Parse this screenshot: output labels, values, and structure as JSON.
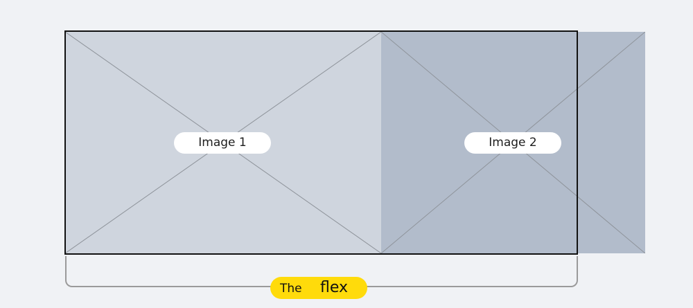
{
  "images": [
    {
      "label": "Image 1",
      "fill": "#cfd5de"
    },
    {
      "label": "Image 2",
      "fill": "#b2bccb"
    }
  ],
  "flex_label": {
    "prefix": "The",
    "keyword": "flex"
  },
  "colors": {
    "background": "#f0f2f5",
    "container_border": "#111111",
    "bracket": "#9a9a9a",
    "pill": "#ffdb0b",
    "cross_lines": "#8e939a"
  }
}
